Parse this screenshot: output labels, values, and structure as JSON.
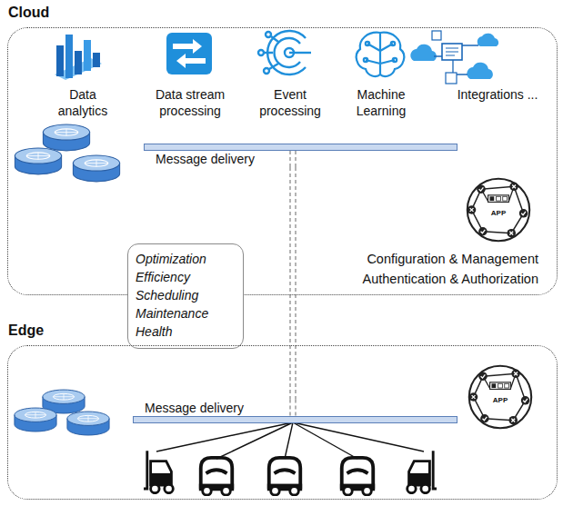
{
  "diagram": {
    "nodes": [
      {
        "text": [
          "Cloud"
        ]
      },
      {
        "text": [
          "Data analytics"
        ],
        "in": 0
      },
      {
        "text": [
          "Data stream processing"
        ],
        "in": 0
      },
      {
        "text": [
          "Event processing"
        ],
        "in": 0
      },
      {
        "text": [
          "Machine Learning"
        ],
        "in": 0
      },
      {
        "text": [
          "Integrations ..."
        ],
        "in": 0
      },
      {
        "text": [
          "Message delivery"
        ],
        "in": 0
      },
      {
        "text": [
          "Optimization Efficiency Scheduling Maintenance Health"
        ]
      },
      {
        "text": [
          "Edge"
        ]
      },
      {
        "text": [
          "Message delivery"
        ],
        "in": 8
      }
    ],
    "edges": [
      {
        "from": 6,
        "to": 9,
        "arrow": "none"
      }
    ],
    "labels": [
      "Configuration & Management",
      "Authentication & Authorization",
      "APP",
      "APP"
    ]
  }
}
